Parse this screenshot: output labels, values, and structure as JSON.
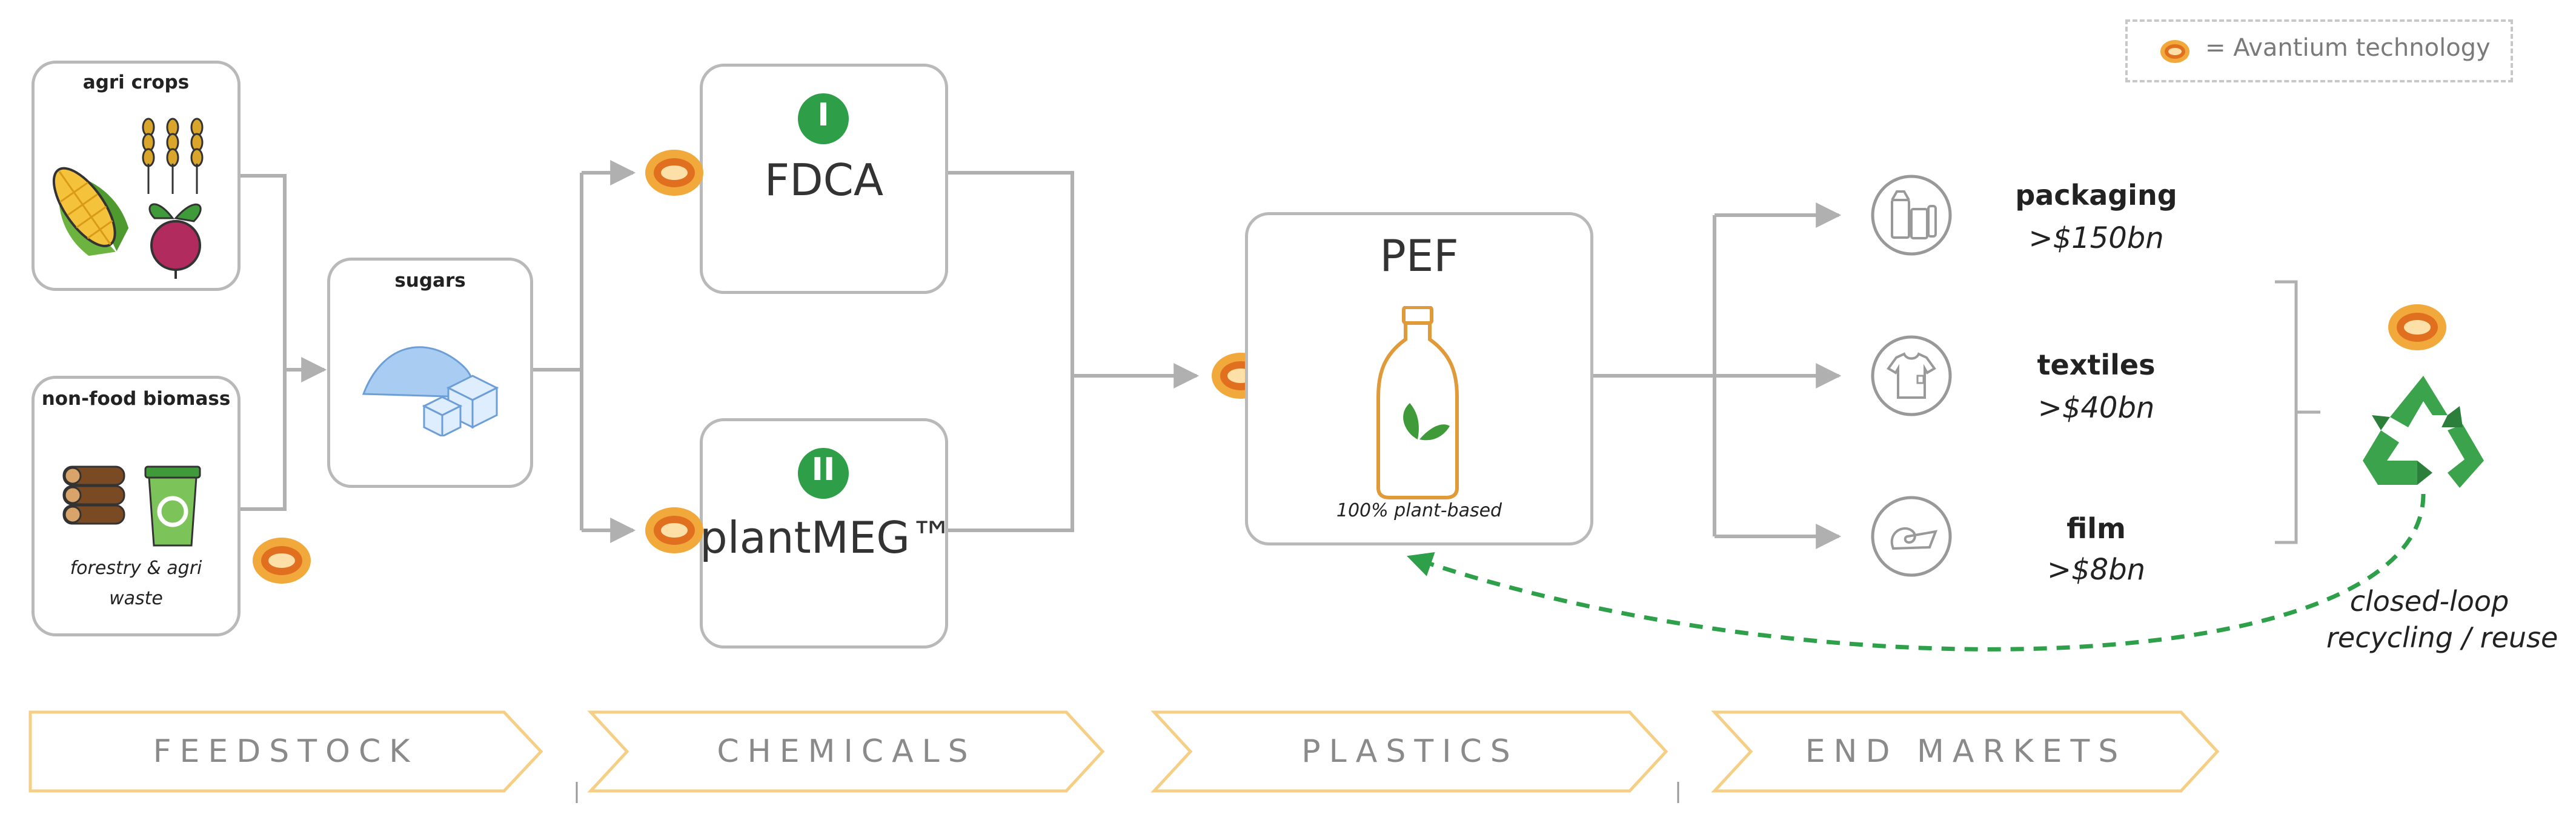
{
  "legend": {
    "text": "= Avantium technology",
    "icon": "avantium-ring-icon"
  },
  "feedstock": {
    "agri_crops": "agri crops",
    "non_food_biomass": "non-food biomass",
    "forestry_line1": "forestry & agri",
    "forestry_line2": "waste",
    "sugars": "sugars"
  },
  "chemicals": {
    "fdca": {
      "label": "FDCA",
      "badge": "I"
    },
    "plantmeg": {
      "label": "plantMEG™",
      "badge": "II"
    }
  },
  "plastics": {
    "title": "PEF",
    "caption": "100% plant-based"
  },
  "markets": [
    {
      "name": "packaging",
      "value": ">$150bn",
      "icon": "packaging-icon"
    },
    {
      "name": "textiles",
      "value": ">$40bn",
      "icon": "tshirt-icon"
    },
    {
      "name": "film",
      "value": ">$8bn",
      "icon": "film-roll-icon"
    }
  ],
  "recycling": {
    "line1": "closed-loop",
    "line2": "recycling / reuse"
  },
  "stages": [
    "FEEDSTOCK",
    "CHEMICALS",
    "PLASTICS",
    "END MARKETS"
  ],
  "colors": {
    "ring_outer": "#f2a93b",
    "ring_inner": "#e0741c",
    "badge_green": "#2e9e48",
    "dashed_arrow": "#2ea04a",
    "box_border": "#b9b9b9",
    "chevron": "#f5cf85"
  }
}
